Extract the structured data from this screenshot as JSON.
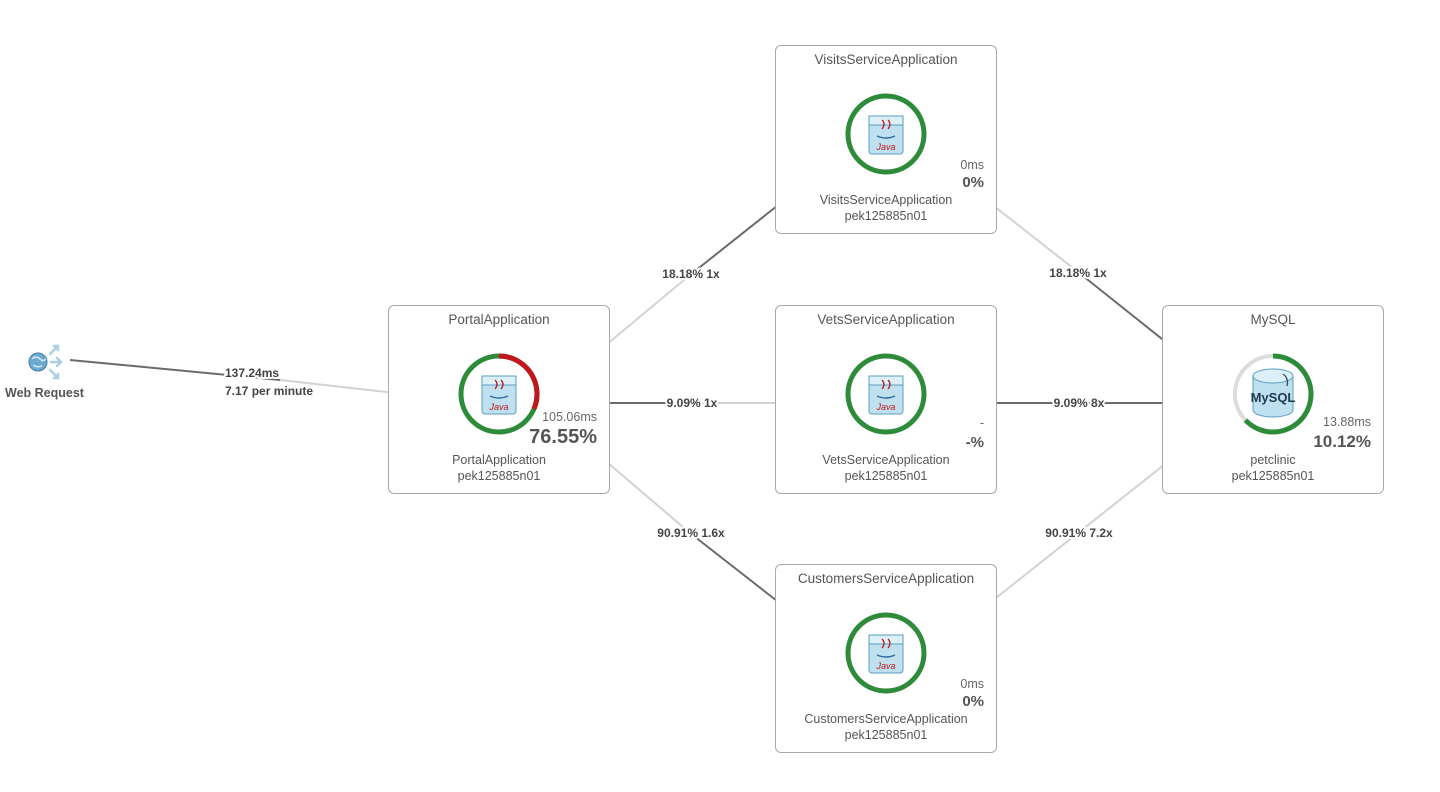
{
  "web_request": {
    "label": "Web Request",
    "icon": "globe-arrows-icon"
  },
  "entry_edge": {
    "latency": "137.24ms",
    "rate": "7.17 per minute"
  },
  "nodes": {
    "portal": {
      "title": "PortalApplication",
      "name": "PortalApplication",
      "host": "pek125885n01",
      "time": "105.06ms",
      "pct": "76.55%",
      "icon": "java-server-icon"
    },
    "visits": {
      "title": "VisitsServiceApplication",
      "name": "VisitsServiceApplication",
      "host": "pek125885n01",
      "time": "0ms",
      "pct": "0%",
      "icon": "java-server-icon"
    },
    "vets": {
      "title": "VetsServiceApplication",
      "name": "VetsServiceApplication",
      "host": "pek125885n01",
      "time": "-",
      "pct": "-%",
      "icon": "java-server-icon"
    },
    "customers": {
      "title": "CustomersServiceApplication",
      "name": "CustomersServiceApplication",
      "host": "pek125885n01",
      "time": "0ms",
      "pct": "0%",
      "icon": "java-server-icon"
    },
    "mysql": {
      "title": "MySQL",
      "name": "petclinic",
      "host": "pek125885n01",
      "time": "13.88ms",
      "pct": "10.12%",
      "icon": "mysql-database-icon"
    }
  },
  "edges": {
    "portal_visits": "18.18% 1x",
    "portal_vets": "9.09% 1x",
    "portal_customers": "90.91% 1.6x",
    "visits_mysql": "18.18% 1x",
    "vets_mysql": "9.09% 8x",
    "customers_mysql": "90.91% 7.2x"
  },
  "colors": {
    "healthy": "#2e8b3a",
    "critical": "#c0161c",
    "edge_dark": "#6b6b6b",
    "edge_light": "#d2d2d2"
  }
}
